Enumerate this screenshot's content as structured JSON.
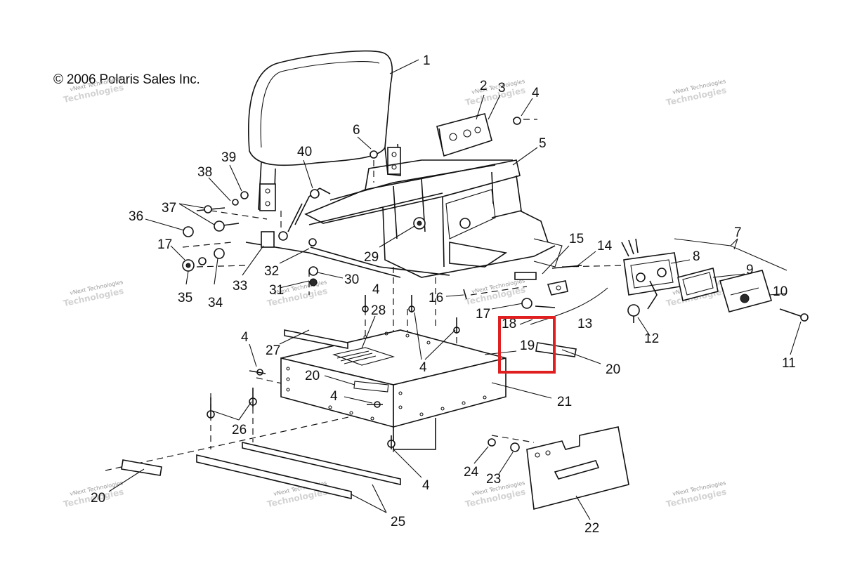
{
  "copyright": "© 2006 Polaris Sales Inc.",
  "watermark": {
    "line1": "vNext Technologies",
    "line2": "Technologies"
  },
  "highlight_color": "#e02020",
  "labels": {
    "p1": "1",
    "p2": "2",
    "p3": "3",
    "p4a": "4",
    "p4b": "4",
    "p4c": "4",
    "p4d": "4",
    "p4e": "4",
    "p4f": "4",
    "p5": "5",
    "p6": "6",
    "p7": "7",
    "p8": "8",
    "p9": "9",
    "p10": "10",
    "p11": "11",
    "p12": "12",
    "p13": "13",
    "p14": "14",
    "p15": "15",
    "p16": "16",
    "p17a": "17",
    "p17b": "17",
    "p18": "18",
    "p19": "19",
    "p20a": "20",
    "p20b": "20",
    "p20c": "20",
    "p21": "21",
    "p22": "22",
    "p23": "23",
    "p24": "24",
    "p25": "25",
    "p26": "26",
    "p27": "27",
    "p28": "28",
    "p29": "29",
    "p30": "30",
    "p31": "31",
    "p32": "32",
    "p33": "33",
    "p34": "34",
    "p35": "35",
    "p36": "36",
    "p37": "37",
    "p38": "38",
    "p39": "39",
    "p40": "40"
  }
}
